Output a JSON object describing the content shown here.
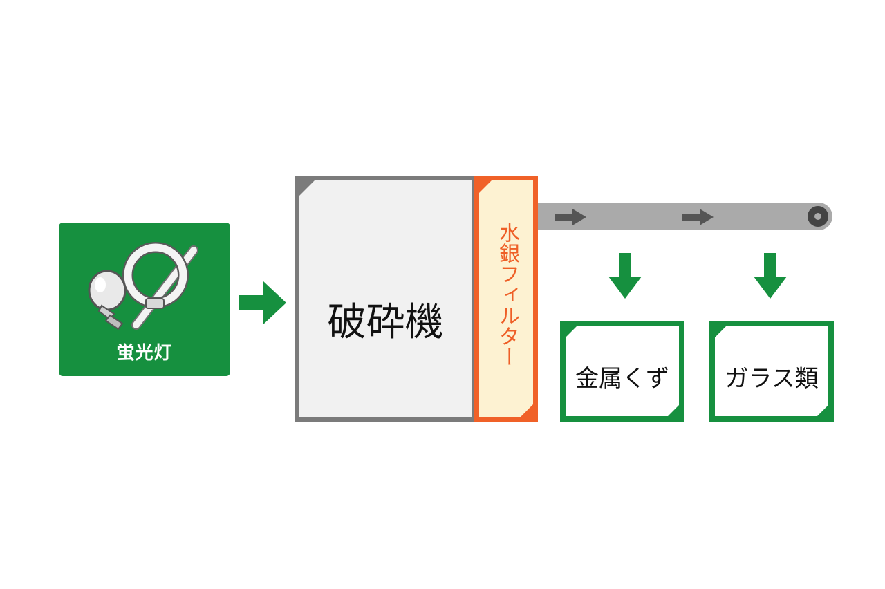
{
  "input": {
    "label": "蛍光灯",
    "icons": [
      "light-bulb-icon",
      "circular-fluorescent-tube-icon",
      "straight-fluorescent-tube-icon"
    ]
  },
  "crusher": {
    "label": "破砕機"
  },
  "filter": {
    "label": "水銀フィルター"
  },
  "outputs": [
    {
      "label": "金属くず"
    },
    {
      "label": "ガラス類"
    }
  ],
  "colors": {
    "green": "#16903f",
    "orange": "#f06128",
    "gray": "#7b7b7b",
    "conveyor": "#aaaaaa",
    "filter_bg": "#fdf2d2"
  }
}
